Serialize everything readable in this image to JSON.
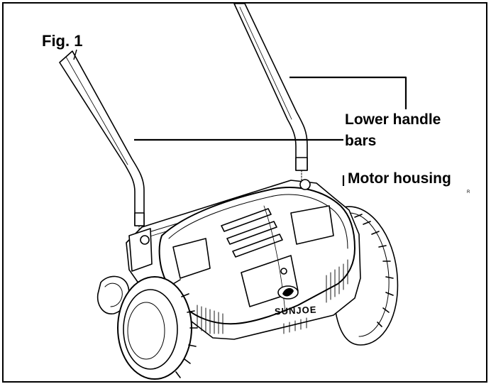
{
  "figure": {
    "label": "Fig. 1",
    "brand": "SUNJOE",
    "mark": "R"
  },
  "callouts": {
    "lower_handle_line1": "Lower handle",
    "lower_handle_line2": "bars",
    "motor_housing": "Motor housing"
  },
  "colors": {
    "ink": "#000000",
    "paper": "#ffffff"
  }
}
